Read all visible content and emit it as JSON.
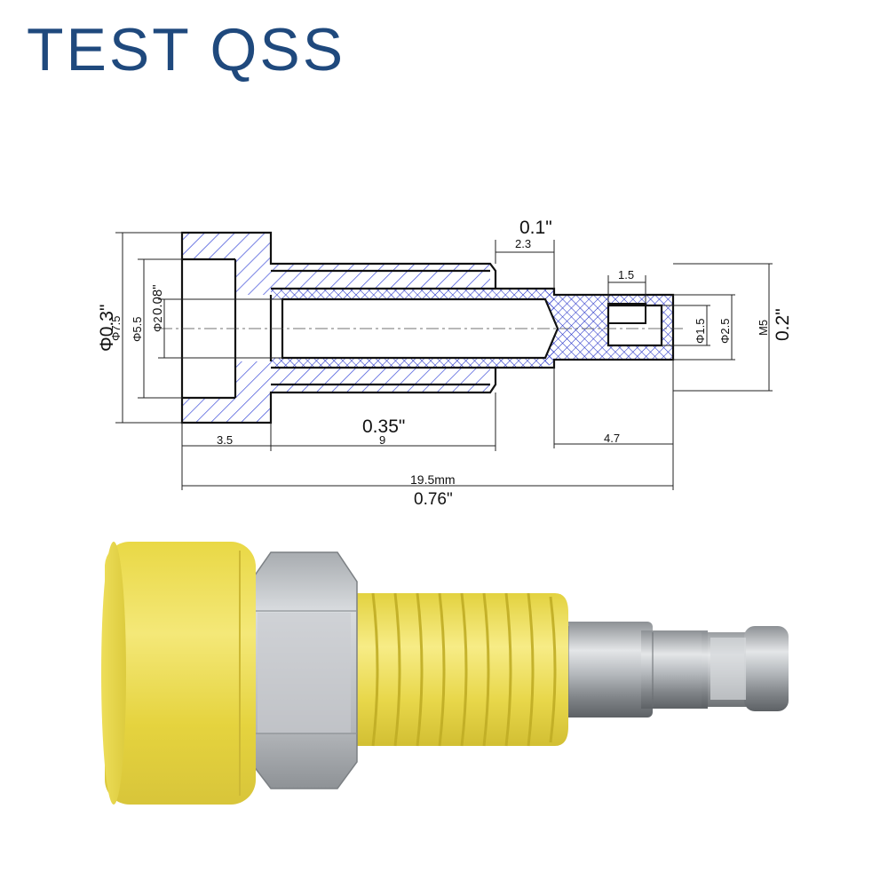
{
  "brand": {
    "name": "TEST QSS",
    "color": "#1f497d"
  },
  "drawing": {
    "dimensions": {
      "overall_mm": "19.5mm",
      "overall_in": "0.76\"",
      "head_length": "3.5",
      "body_length": "9",
      "body_length_in": "0.35\"",
      "step_length": "2.3",
      "step_length_in": "0.1\"",
      "pin_length": "4.7",
      "slot_width": "1.5",
      "head_dia_in": "Φ0.3\"",
      "head_dia": "Φ7.5",
      "counterbore_dia": "Φ5.5",
      "bore_dia": "Φ2",
      "bore_dia_in": "0.08\"",
      "slot_dia": "Φ1.5",
      "pin_dia": "Φ2.5",
      "thread": "M5",
      "thread_in": "0.2\""
    },
    "hatch_colors": {
      "insulator": "#3b4bd8",
      "metal": "#2230c8"
    }
  },
  "product": {
    "colors": {
      "cap": "#ecdd53",
      "nut": "#c4c7cb",
      "pin": "#b8bcc0"
    },
    "icon": "yellow-binding-post-socket"
  }
}
